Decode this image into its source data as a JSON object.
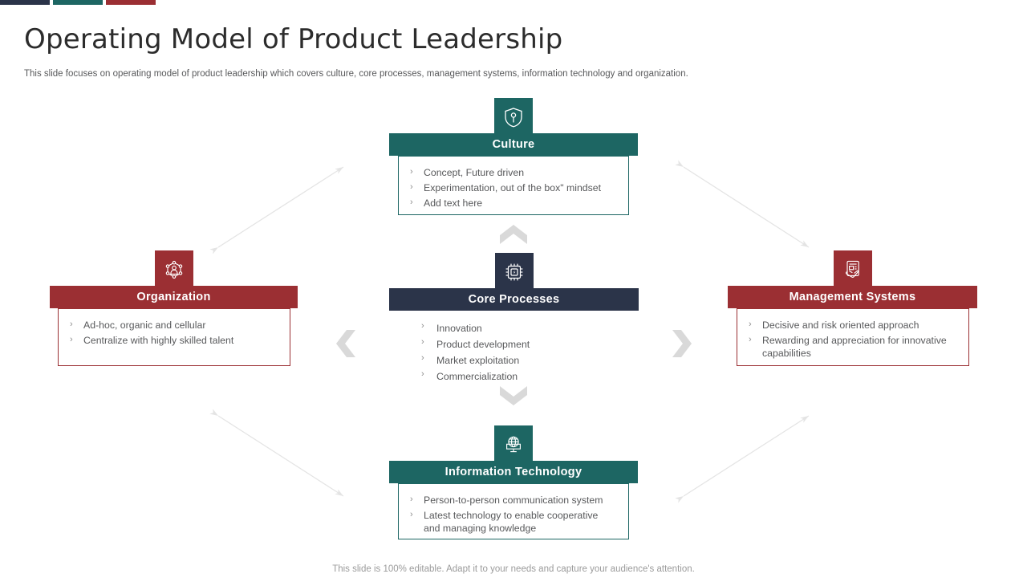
{
  "accent_bars": [
    {
      "name": "navy",
      "color": "#2b3449"
    },
    {
      "name": "teal",
      "color": "#1d6663"
    },
    {
      "name": "red",
      "color": "#9b2f33"
    }
  ],
  "header": {
    "title": "Operating Model of Product Leadership",
    "subtitle": "This slide focuses on operating model of product leadership which covers culture, core processes, management systems, information technology and organization."
  },
  "nodes": {
    "culture": {
      "title": "Culture",
      "icon": "shield-icon",
      "color": "#1d6663",
      "bullets": [
        "Concept, Future driven",
        "Experimentation, out of the box\" mindset",
        "Add text here"
      ]
    },
    "core_processes": {
      "title": "Core Processes",
      "icon": "chip-icon",
      "color": "#2b3449",
      "bullets": [
        "Innovation",
        "Product development",
        "Market exploitation",
        "Commercialization"
      ]
    },
    "organization": {
      "title": "Organization",
      "icon": "network-person-icon",
      "color": "#9b2f33",
      "bullets": [
        "Ad-hoc, organic and cellular",
        "Centralize with highly skilled talent"
      ]
    },
    "management_systems": {
      "title": "Management Systems",
      "icon": "tablet-hand-icon",
      "color": "#9b2f33",
      "bullets": [
        "Decisive and risk oriented approach",
        "Rewarding and appreciation for innovative capabilities"
      ]
    },
    "information_technology": {
      "title": "Information Technology",
      "icon": "globe-monitor-icon",
      "color": "#1d6663",
      "bullets": [
        "Person-to-person communication system",
        "Latest technology to enable cooperative and managing knowledge"
      ]
    }
  },
  "bullet_marker": "›",
  "arrows": {
    "chevron_color": "#d9d9d9",
    "diagonal_color": "#e8e8e8"
  },
  "footer": {
    "text": "This slide is 100% editable. Adapt it to your needs and capture your audience's attention."
  }
}
